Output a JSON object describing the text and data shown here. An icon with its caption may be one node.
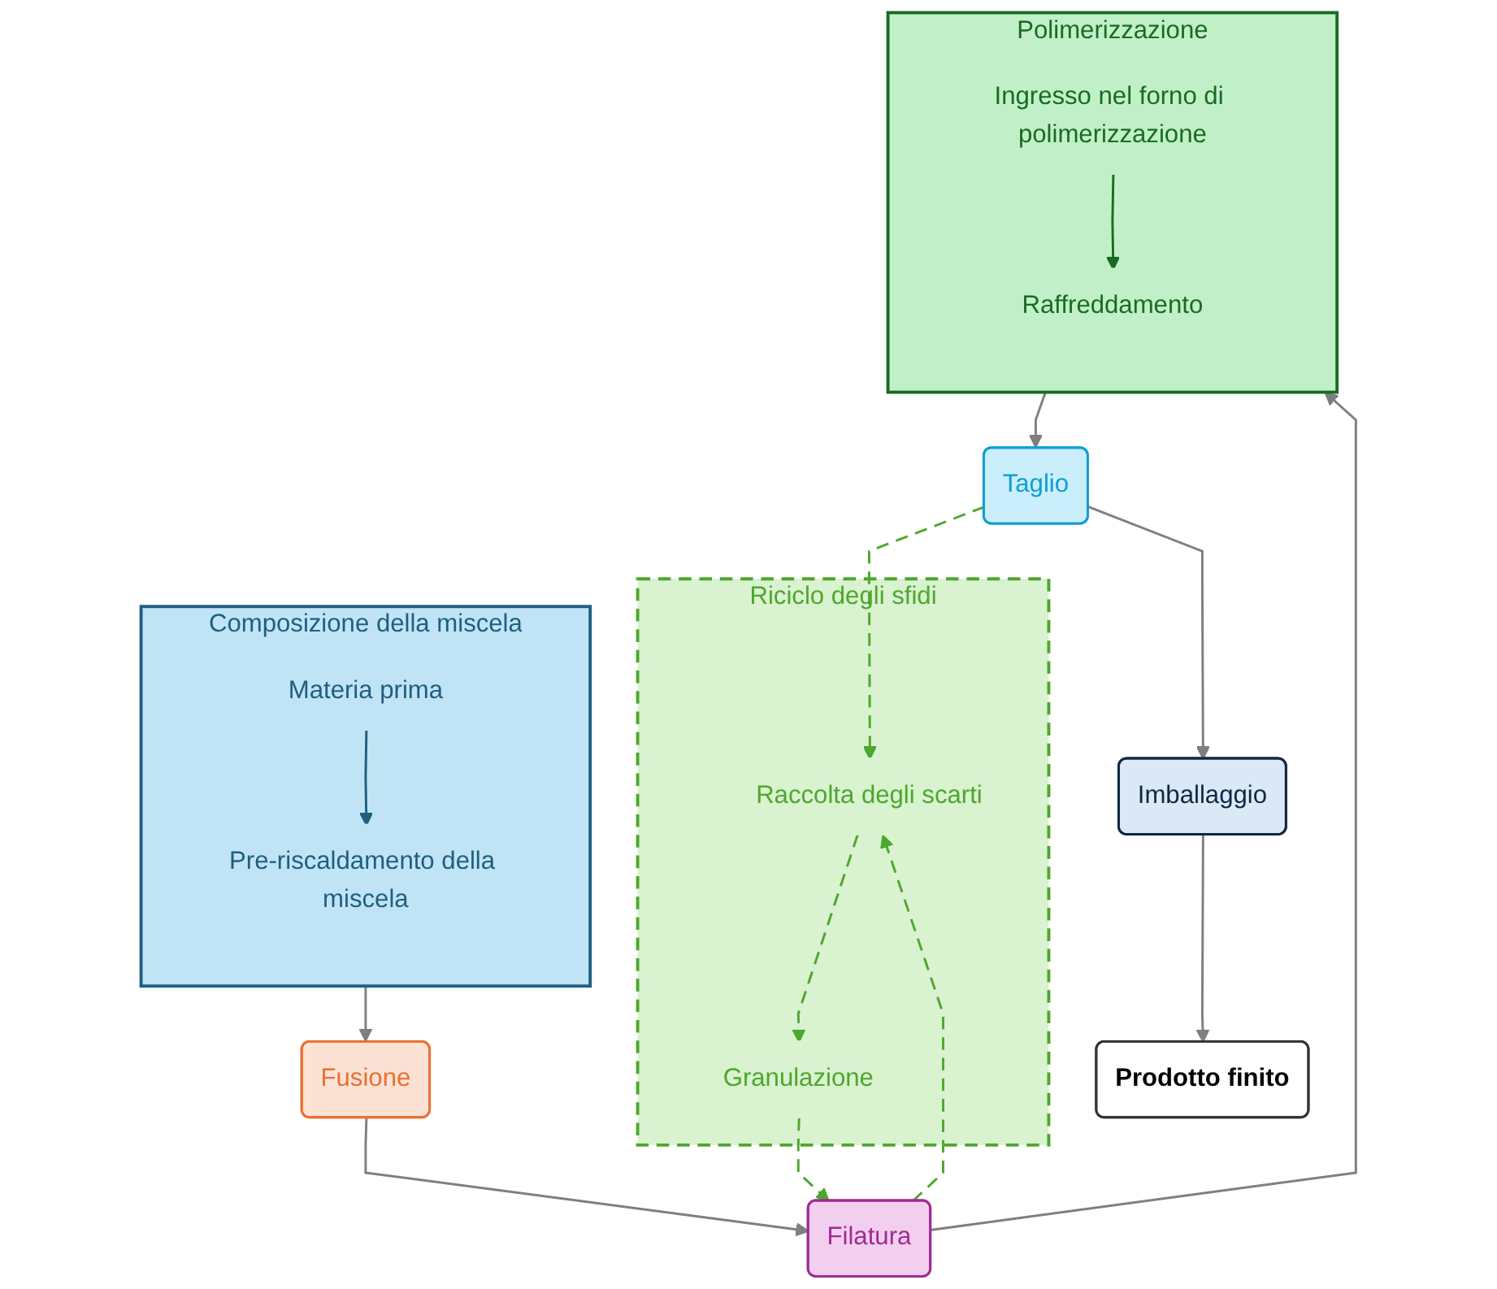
{
  "diagram": {
    "nodes": [
      {
        "text": [
          "Composizione della miscela"
        ]
      },
      {
        "text": [
          "Materia prima"
        ],
        "in": 0
      },
      {
        "text": [
          "Pre-riscaldamento della miscela"
        ],
        "in": 0
      },
      {
        "text": [
          "Fusione"
        ]
      },
      {
        "text": [
          "Filatura"
        ]
      },
      {
        "text": [
          "Polimerizzazione"
        ]
      },
      {
        "text": [
          "Ingresso nel forno di polimerizzazione"
        ],
        "in": 5
      },
      {
        "text": [
          "Raffreddamento"
        ],
        "in": 5
      },
      {
        "text": [
          "Taglio"
        ]
      },
      {
        "text": [
          "Imballaggio"
        ]
      },
      {
        "text": [
          "Prodotto finito"
        ]
      },
      {
        "text": [
          "Riciclo degli sfidi"
        ]
      },
      {
        "text": [
          "Granulazione"
        ],
        "in": 11
      },
      {
        "text": [
          "Raccolta degli scarti"
        ],
        "in": 11
      }
    ],
    "edges": [
      {
        "from": 1,
        "to": 2,
        "arrow": "to",
        "color": "#1f5f7f"
      },
      {
        "from": 0,
        "to": 3,
        "arrow": "to"
      },
      {
        "from": 3,
        "to": 4,
        "arrow": "to"
      },
      {
        "from": 4,
        "to": 5,
        "arrow": "to"
      },
      {
        "from": 6,
        "to": 7,
        "arrow": "to",
        "color": "#196b24"
      },
      {
        "from": 5,
        "to": 8,
        "arrow": "to"
      },
      {
        "from": 8,
        "to": 9,
        "arrow": "to"
      },
      {
        "from": 9,
        "to": 10,
        "arrow": "to"
      },
      {
        "from": 12,
        "to": 4,
        "arrow": "to",
        "style": "dashed",
        "color": "#4ea72e"
      },
      {
        "from": 4,
        "to": 13,
        "arrow": "to",
        "style": "dashed",
        "color": "#4ea72e"
      },
      {
        "from": 8,
        "to": 13,
        "arrow": "to",
        "style": "dashed",
        "color": "#4ea72e"
      },
      {
        "from": 13,
        "to": 12,
        "arrow": "to",
        "style": "dashed",
        "color": "#4ea72e"
      }
    ]
  }
}
